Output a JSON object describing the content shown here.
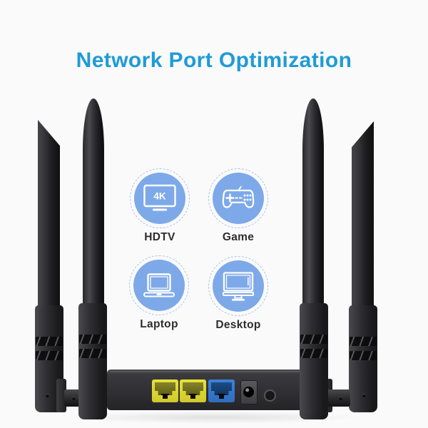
{
  "header": {
    "title": "Network Port Optimization"
  },
  "features": [
    {
      "label": "HDTV",
      "icon": "tv-4k-icon",
      "screen_badge": "4K"
    },
    {
      "label": "Game",
      "icon": "gamepad-icon"
    },
    {
      "label": "Laptop",
      "icon": "laptop-icon"
    },
    {
      "label": "Desktop",
      "icon": "desktop-icon"
    }
  ],
  "router": {
    "antenna_count": 4,
    "lan_ports": 2,
    "wan_ports": 1,
    "has_power_jack": true,
    "has_round_button": true
  },
  "palette": {
    "page_bg": "#fafafa",
    "title_blue": "#1f9bd7",
    "feature_circle": "#7ea9e9",
    "feature_ring": "#a8c4f0",
    "icon_stroke": "#ffffff",
    "label_color": "#2d2d2d",
    "lan_port": "#e8e23a",
    "lan_port_inner": "#85832a",
    "wan_port": "#3f82d9",
    "wan_port_inner": "#1d4e86"
  }
}
